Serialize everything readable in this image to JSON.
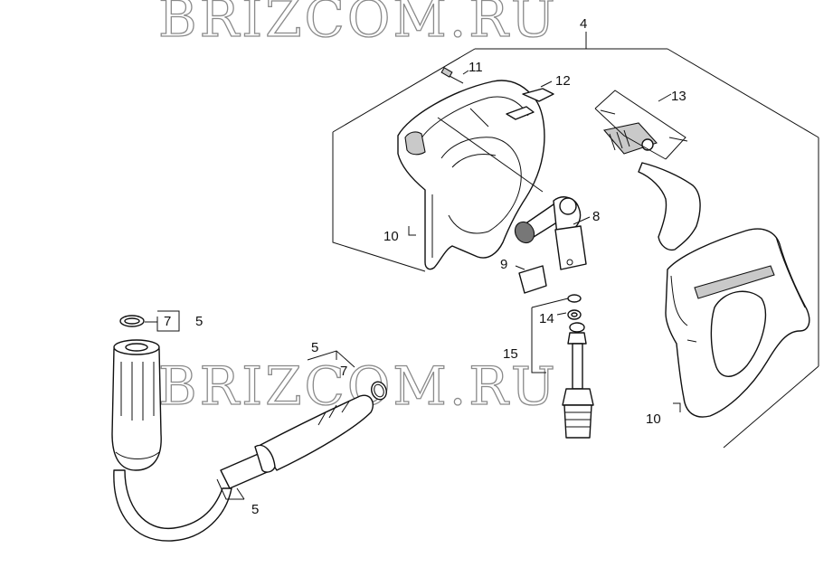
{
  "watermark": {
    "text": "BRIZCOM.RU"
  },
  "callouts": {
    "c4": "4",
    "c11": "11",
    "c12": "12",
    "c13": "13",
    "c8": "8",
    "c9": "9",
    "c10_left": "10",
    "c14": "14",
    "c15": "15",
    "c10_right": "10",
    "c7_left": "7",
    "c5_left": "5",
    "c5_mid": "5",
    "c7_mid": "7",
    "c5_bottom": "5"
  },
  "colors": {
    "line": "#111111",
    "shade": "#c9c9c9",
    "watermark_outline": "#8a8a8a",
    "background": "#ffffff"
  }
}
